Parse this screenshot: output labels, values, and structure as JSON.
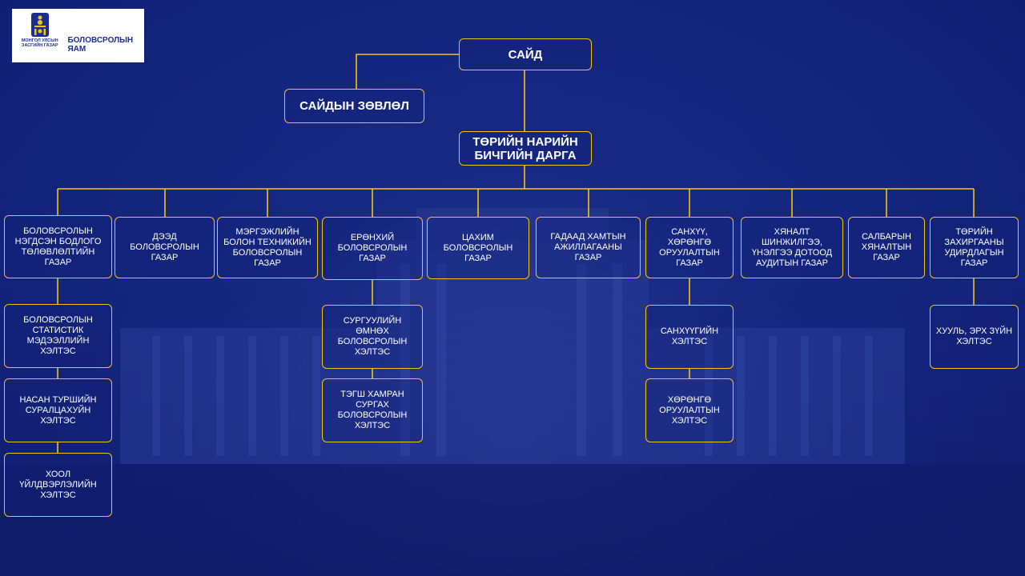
{
  "logo": {
    "emblem_caption": "МОНГОЛ УЛСЫН ЗАСГИЙН ГАЗАР",
    "ministry_name": "БОЛОВСРОЛЫН ЯАМ",
    "icon": "soyombo-emblem-icon"
  },
  "colors": {
    "background": "#172a86",
    "accent_line": "#f2c416",
    "logo_text": "#1b2d8f"
  },
  "org": {
    "minister": "САЙД",
    "minister_council": "САЙДЫН ЗӨВЛӨЛ",
    "state_secretary": "ТӨРИЙН НАРИЙН БИЧГИЙН ДАРГА",
    "departments": [
      {
        "name": "БОЛОВСРОЛЫН НЭГДСЭН БОДЛОГО ТӨЛӨВЛӨЛТИЙН ГАЗАР",
        "divisions": [
          "БОЛОВСРОЛЫН СТАТИСТИК МЭДЭЭЛЛИЙН ХЭЛТЭС",
          "НАСАН ТУРШИЙН СУРАЛЦАХУЙН ХЭЛТЭС",
          "ХООЛ ҮЙЛДВЭРЛЭЛИЙН ХЭЛТЭС"
        ]
      },
      {
        "name": "ДЭЭД БОЛОВСРОЛЫН ГАЗАР",
        "divisions": []
      },
      {
        "name": "МЭРГЭЖЛИЙН БОЛОН ТЕХНИКИЙН БОЛОВСРОЛЫН ГАЗАР",
        "divisions": []
      },
      {
        "name": "ЕРӨНХИЙ БОЛОВСРОЛЫН ГАЗАР",
        "divisions": [
          "СУРГУУЛИЙН ӨМНӨХ БОЛОВСРОЛЫН ХЭЛТЭС",
          "ТЭГШ ХАМРАН СУРГАХ БОЛОВСРОЛЫН ХЭЛТЭС"
        ]
      },
      {
        "name": "ЦАХИМ БОЛОВСРОЛЫН ГАЗАР",
        "divisions": []
      },
      {
        "name": "ГАДААД ХАМТЫН АЖИЛЛАГААНЫ ГАЗАР",
        "divisions": []
      },
      {
        "name": "САНХҮҮ, ХӨРӨНГӨ ОРУУЛАЛТЫН ГАЗАР",
        "divisions": [
          "САНХҮҮГИЙН ХЭЛТЭС",
          "ХӨРӨНГӨ ОРУУЛАЛТЫН ХЭЛТЭС"
        ]
      },
      {
        "name": "ХЯНАЛТ ШИНЖИЛГЭЭ, ҮНЭЛГЭЭ ДОТООД АУДИТЫН ГАЗАР",
        "divisions": []
      },
      {
        "name": "САЛБАРЫН ХЯНАЛТЫН ГАЗАР",
        "divisions": []
      },
      {
        "name": "ТӨРИЙН ЗАХИРГААНЫ УДИРДЛАГЫН ГАЗАР",
        "divisions": [
          "ХУУЛЬ, ЭРХ ЗҮЙН ХЭЛТЭС"
        ]
      }
    ]
  }
}
